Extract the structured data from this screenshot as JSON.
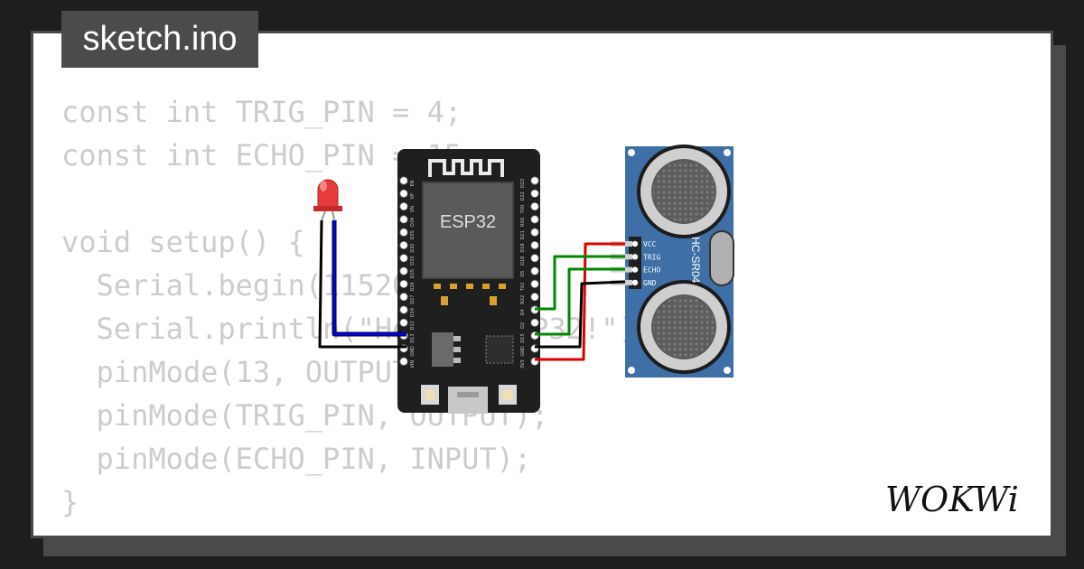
{
  "file_tab": {
    "label": "sketch.ino"
  },
  "code_lines": [
    "const int TRIG_PIN = 4;",
    "const int ECHO_PIN = 15;",
    "",
    "void setup() {",
    "  Serial.begin(115200);",
    "  Serial.println(\"Hello, ESP32!\");",
    "  pinMode(13, OUTPUT);",
    "  pinMode(TRIG_PIN, OUTPUT);",
    "  pinMode(ECHO_PIN, INPUT);",
    "}"
  ],
  "esp32": {
    "chip_label": "ESP32",
    "left_pins": [
      "EN",
      "VP",
      "VN",
      "D34",
      "D35",
      "D32",
      "D33",
      "D25",
      "D26",
      "D27",
      "D14",
      "D12",
      "D13",
      "GND",
      "VIN"
    ],
    "right_pins": [
      "D23",
      "D22",
      "TX0",
      "RX0",
      "D21",
      "D19",
      "D18",
      "D5",
      "TX2",
      "RX2",
      "D4",
      "D2",
      "D15",
      "GND",
      "3V3"
    ]
  },
  "sensor": {
    "model_label": "HC-SR04",
    "pins": [
      "VCC",
      "TRIG",
      "ECHO",
      "GND"
    ]
  },
  "colors": {
    "background": "#1e1e1e",
    "card": "#ffffff",
    "tab": "#4b4b4b",
    "code_text": "#cccccc",
    "board": "#1f1f1f",
    "sensor_pcb": "#3e6fa6",
    "led_red": "#e53b3b",
    "wire_blue": "#0000ee",
    "wire_black": "#000000",
    "wire_green": "#008800",
    "wire_red": "#dd0000"
  },
  "logo": {
    "text": "WOKWi"
  }
}
